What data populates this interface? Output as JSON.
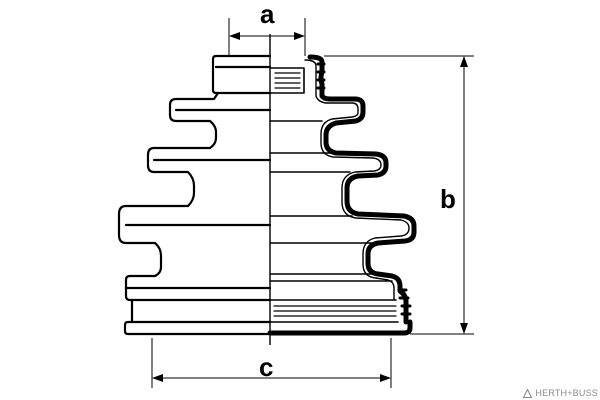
{
  "dimensions": {
    "a": "a",
    "b": "b",
    "c": "c"
  },
  "brand": {
    "text": "HERTH+BUSS"
  },
  "colors": {
    "line": "#000000",
    "background": "#ffffff",
    "brand": "#8a8a8a"
  }
}
